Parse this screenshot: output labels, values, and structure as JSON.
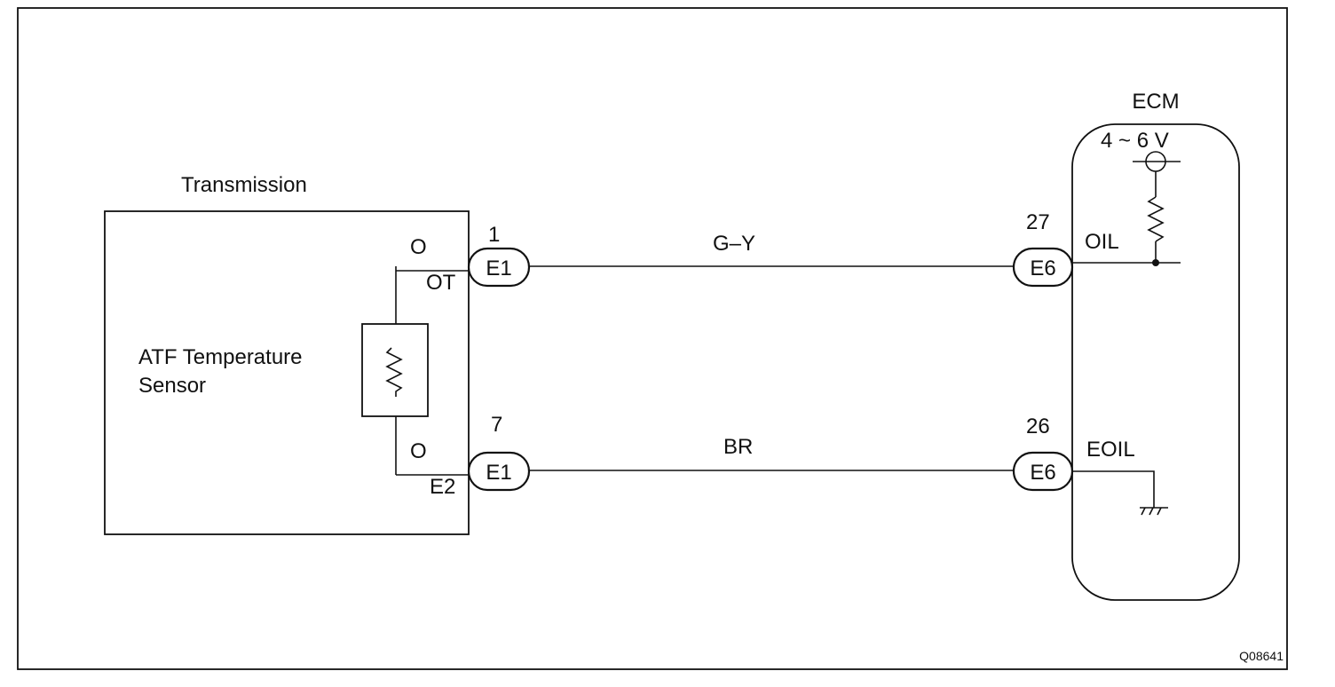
{
  "diagram": {
    "transmission_label": "Transmission",
    "sensor_label_line1": "ATF Temperature",
    "sensor_label_line2": "Sensor",
    "ecm_label": "ECM",
    "voltage_label": "4 ~ 6 V",
    "figure_code": "Q08641",
    "wires": [
      {
        "color_code": "G–Y",
        "left_connector": "E1",
        "left_pin": "1",
        "left_terminal": "OT",
        "left_wire_color": "O",
        "right_connector": "E6",
        "right_pin": "27",
        "ecm_terminal": "OIL"
      },
      {
        "color_code": "BR",
        "left_connector": "E1",
        "left_pin": "7",
        "left_terminal": "E2",
        "left_wire_color": "O",
        "right_connector": "E6",
        "right_pin": "26",
        "ecm_terminal": "EOIL"
      }
    ]
  }
}
